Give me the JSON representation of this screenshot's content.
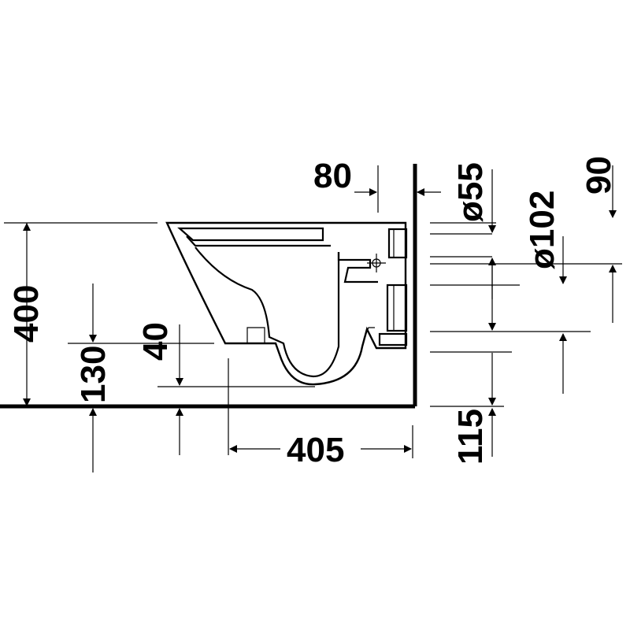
{
  "dimensions": {
    "height_top": "400",
    "height_inlet": "130",
    "drop_40": "40",
    "depth_405": "405",
    "offset_80": "80",
    "dia_55": "ø55",
    "dia_102": "ø102",
    "height_90": "90",
    "height_115": "115"
  }
}
